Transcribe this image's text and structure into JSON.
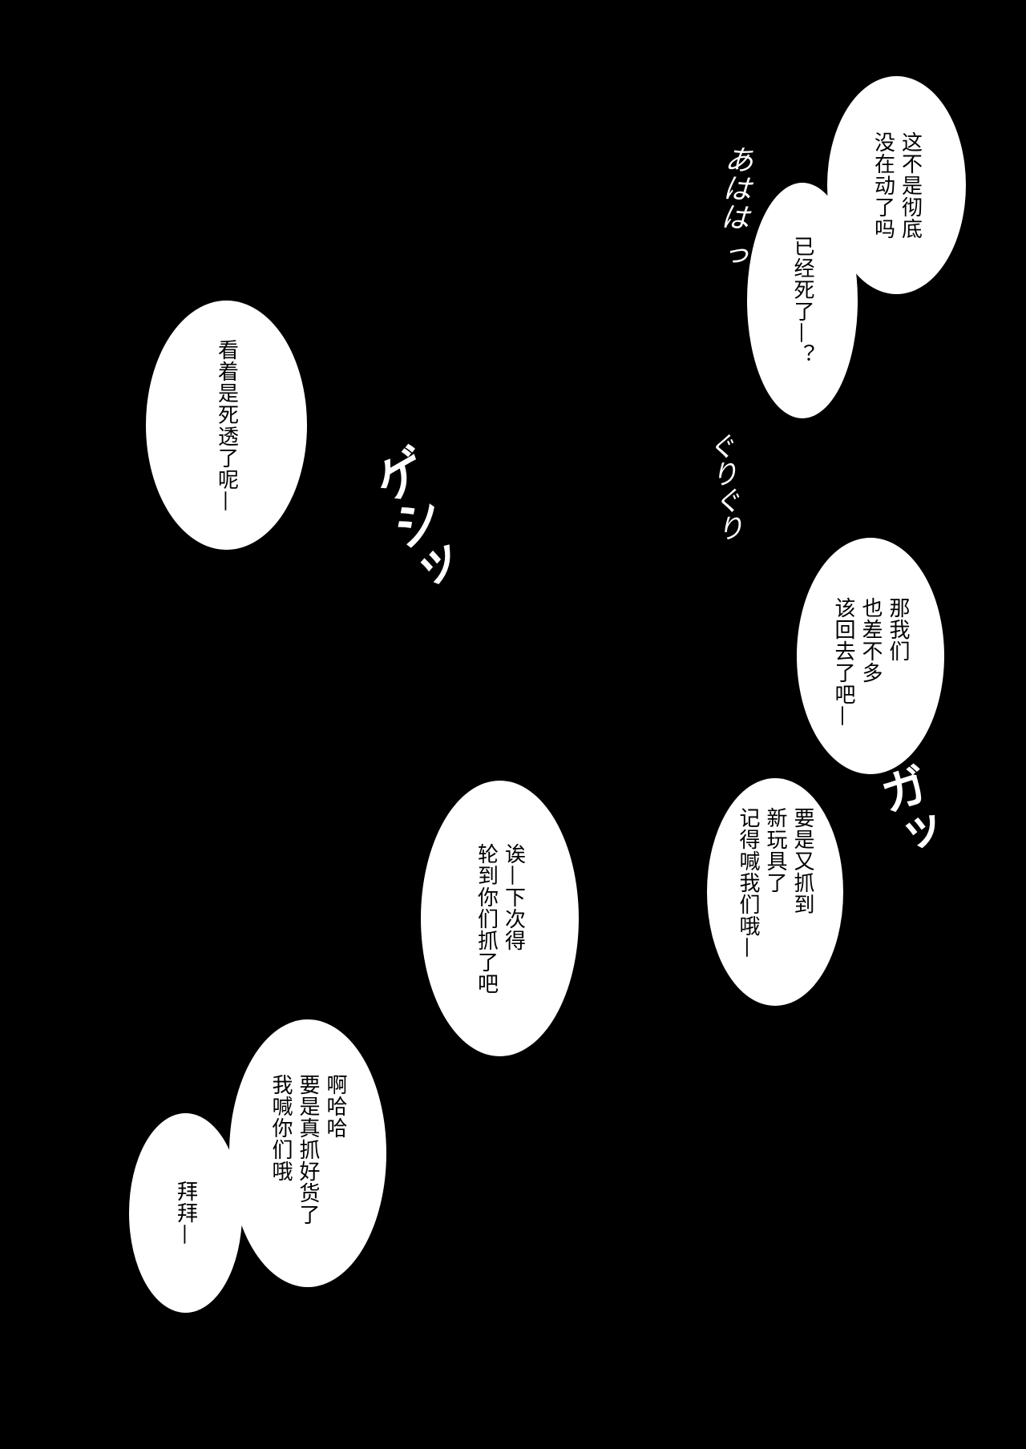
{
  "colors": {
    "background": "#000000",
    "bubble": "#ffffff",
    "text": "#000000"
  },
  "bubbles": [
    {
      "lines": [
        "这不是彻底",
        "没在动了吗"
      ]
    },
    {
      "lines": [
        "已经死了—？"
      ]
    },
    {
      "lines": [
        "看着是死透了呢—"
      ]
    },
    {
      "lines": [
        "那我们",
        "也差不多",
        "该回去了吧—"
      ]
    },
    {
      "lines": [
        "要是又抓到",
        "新玩具了",
        "记得喊我们哦—"
      ]
    },
    {
      "lines": [
        "诶—下次得",
        "轮到你们抓了吧"
      ]
    },
    {
      "lines": [
        "啊哈哈",
        "要是真抓好货了",
        "我喊你们哦"
      ]
    },
    {
      "lines": [
        "拜拜—"
      ]
    }
  ],
  "sfx": {
    "ahaha": "あはは っ",
    "guriguri": "ぐりぐり",
    "geshi": "ゲシッ",
    "ga": "ガッ"
  }
}
